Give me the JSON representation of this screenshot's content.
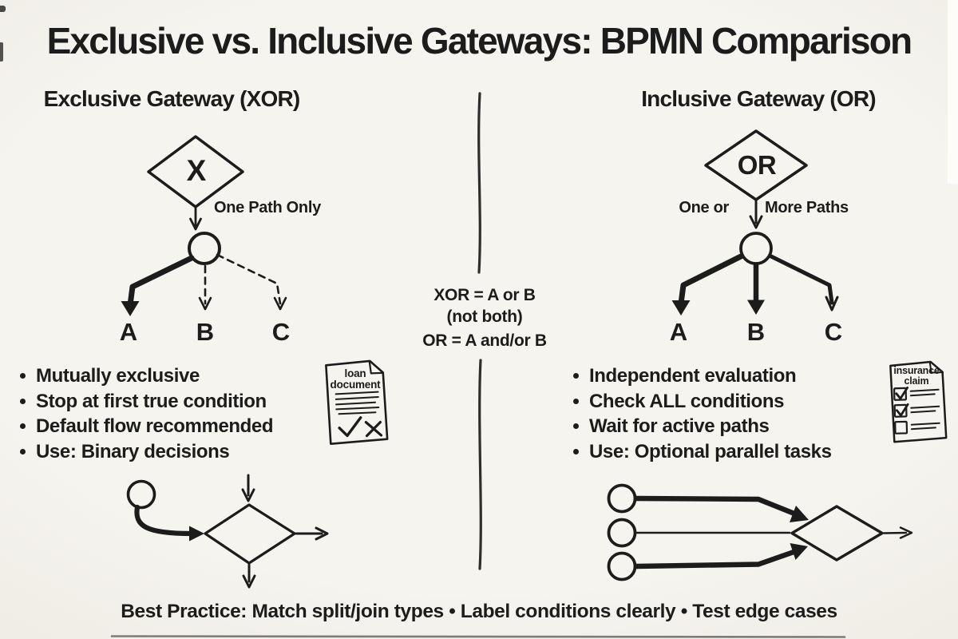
{
  "page": {
    "title": "Exclusive vs. Inclusive Gateways: BPMN Comparison",
    "ink_color": "#1c1c1c",
    "background_color": "#f5f3ee"
  },
  "left": {
    "heading": "Exclusive Gateway (XOR)",
    "gateway_symbol": "X",
    "flow_label": "One Path Only",
    "branches": [
      "A",
      "B",
      "C"
    ],
    "bullets": [
      "Mutually exclusive",
      "Stop at first true condition",
      "Default flow recommended",
      "Use: Binary decisions"
    ],
    "doc_icon": {
      "name": "loan-document-icon",
      "line1": "loan",
      "line2": "document"
    }
  },
  "center": {
    "line1": "XOR = A or B",
    "line2": "(not both)",
    "line3": "OR = A and/or B"
  },
  "right": {
    "heading": "Inclusive Gateway (OR)",
    "gateway_symbol": "OR",
    "flow_label_left": "One or",
    "flow_label_right": "More Paths",
    "branches": [
      "A",
      "B",
      "C"
    ],
    "bullets": [
      "Independent evaluation",
      "Check ALL conditions",
      "Wait for active paths",
      "Use: Optional parallel tasks"
    ],
    "doc_icon": {
      "name": "insurance-claim-checklist-icon",
      "line1": "insurance",
      "line2": "claim"
    }
  },
  "footer": {
    "lead": "Best Practice:",
    "rest": " Match split/join types • Label conditions clearly • Test edge cases"
  }
}
